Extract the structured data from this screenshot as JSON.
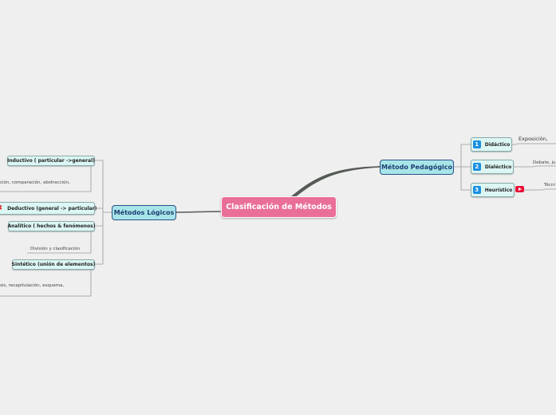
{
  "central": "Clasificación de Métodos",
  "logicos": {
    "title": "Métodos Lógicos",
    "items": [
      {
        "label": "Inductivo ( particular ->general)",
        "note": "ción, comparación, abstracción,"
      },
      {
        "label": "Deductivo (general -> particular)",
        "icon": "x-icon"
      },
      {
        "label": "Analítico ( hechos & fenómenos)",
        "note": "División y clasificación"
      },
      {
        "label": "Sintético (unión de elementos)",
        "note": "sis, recapitulación, esquema,"
      }
    ]
  },
  "pedagogico": {
    "title": "Método Pedagógico",
    "items": [
      {
        "num": "1",
        "label": "Didáctico",
        "note": "Exposición,"
      },
      {
        "num": "2",
        "label": "Dialéctico",
        "note": "Debate, ju"
      },
      {
        "num": "3",
        "label": "Heurístico",
        "note": "Técni",
        "icon": "youtube-icon"
      }
    ]
  },
  "colors": {
    "central": "#ea6f98",
    "main": "#a7e5e8",
    "sub": "#dcf6f4"
  }
}
